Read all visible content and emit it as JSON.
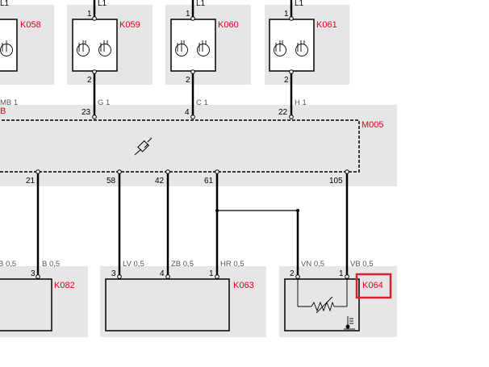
{
  "components": {
    "k058": {
      "id": "K058",
      "pin_top": "",
      "wire_top": "L1"
    },
    "k059": {
      "id": "K059",
      "pin_top": "1",
      "pin_bottom": "2",
      "wire_top": "L1"
    },
    "k060": {
      "id": "K060",
      "pin_top": "1",
      "pin_bottom": "2",
      "wire_top": "L1"
    },
    "k061": {
      "id": "K061",
      "pin_top": "1",
      "pin_bottom": "2",
      "wire_top": "L1"
    },
    "m005": {
      "id": "M005"
    },
    "k082": {
      "id": "K082"
    },
    "k063": {
      "id": "K063"
    },
    "k064": {
      "id": "K064"
    }
  },
  "m005_pins_top": [
    {
      "label": "MB 1",
      "pin": ""
    },
    {
      "label": "G 1",
      "pin": "23"
    },
    {
      "label": "C 1",
      "pin": "4"
    },
    {
      "label": "H 1",
      "pin": "22"
    }
  ],
  "m005_pins_bottom": [
    {
      "pin": "21"
    },
    {
      "pin": "58"
    },
    {
      "pin": "42"
    },
    {
      "pin": "61"
    },
    {
      "pin": "105"
    }
  ],
  "left_edge_red": "B",
  "bottom_wires": [
    {
      "label": "B 0,5",
      "pin": ""
    },
    {
      "label": "B 0,5",
      "pin": "3"
    },
    {
      "label": "LV 0,5",
      "pin": "3"
    },
    {
      "label": "ZB 0,5",
      "pin": "4"
    },
    {
      "label": "HR 0,5",
      "pin": "1"
    },
    {
      "label": "VN 0,5",
      "pin": "2"
    },
    {
      "label": "VB 0,5",
      "pin": "1"
    }
  ],
  "colors": {
    "panel": "#e6e6e6",
    "component_id": "#e0001a",
    "highlight": "#d9232e"
  },
  "icons": [
    "relay-coil-icon",
    "temperature-sensor-icon",
    "resistor-icon",
    "sensor-probe-icon"
  ]
}
